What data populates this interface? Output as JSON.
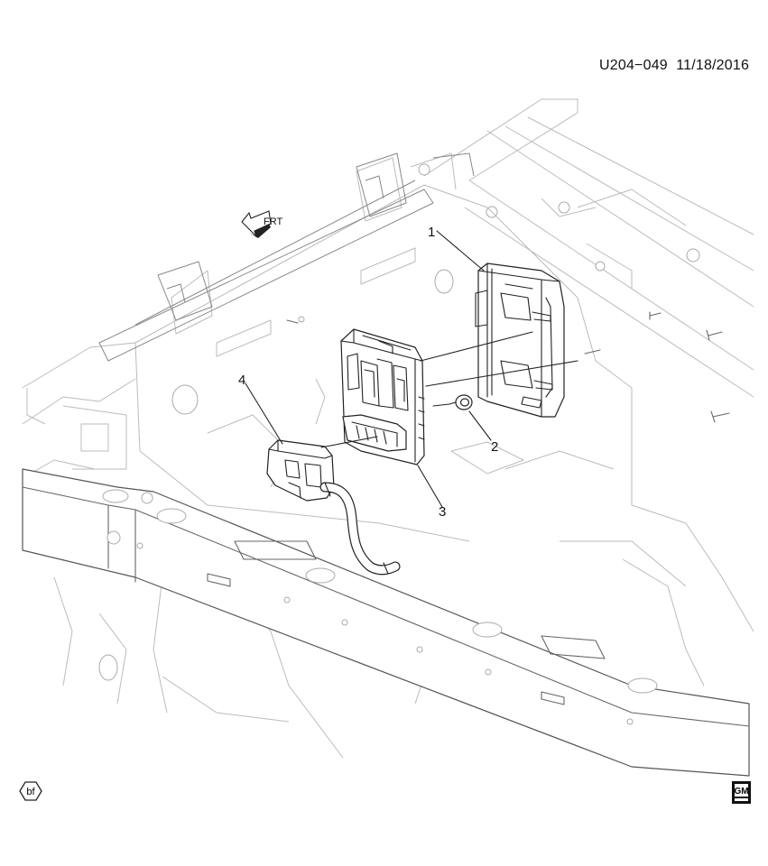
{
  "header": {
    "illustration_id": "U204−049",
    "date": "11/18/2016"
  },
  "direction_arrow": {
    "label": "FRT"
  },
  "callouts": [
    {
      "number": "1",
      "part": "bracket"
    },
    {
      "number": "2",
      "part": "nut"
    },
    {
      "number": "3",
      "part": "control-module"
    },
    {
      "number": "4",
      "part": "connector-harness"
    }
  ],
  "footer": {
    "left_symbol": "bf",
    "right_logo": "GM"
  },
  "colors": {
    "line": "#222222",
    "background_line": "#bbbbbb",
    "paper": "#ffffff"
  }
}
